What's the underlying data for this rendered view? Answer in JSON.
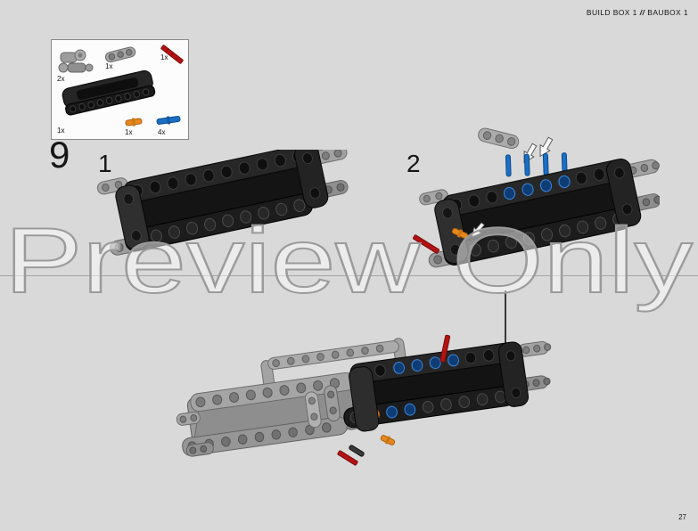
{
  "header": {
    "left": "BUILD BOX 1",
    "separator": "//",
    "right": "BAUBOX 1"
  },
  "step": {
    "number": "9"
  },
  "substeps": [
    {
      "label": "1"
    },
    {
      "label": "2"
    }
  ],
  "parts_box": {
    "items": [
      {
        "part": "cross-block-connectors-gray",
        "qty": "2x"
      },
      {
        "part": "beam-3-hole-gray",
        "qty": "1x"
      },
      {
        "part": "axle-red",
        "qty": "1x"
      },
      {
        "part": "frame-5x11-black",
        "qty": "1x"
      },
      {
        "part": "pin-orange",
        "qty": "1x"
      },
      {
        "part": "pin-long-blue",
        "qty": "4x"
      }
    ]
  },
  "watermark": {
    "text": "Preview Only"
  },
  "page": {
    "number": "27"
  },
  "colors": {
    "background": "#d9d9d9",
    "beam_black": "#242424",
    "part_gray": "#9e9e9e",
    "pin_blue": "#1a6fc4",
    "pin_orange": "#e8871e",
    "axle_red": "#b51212"
  }
}
